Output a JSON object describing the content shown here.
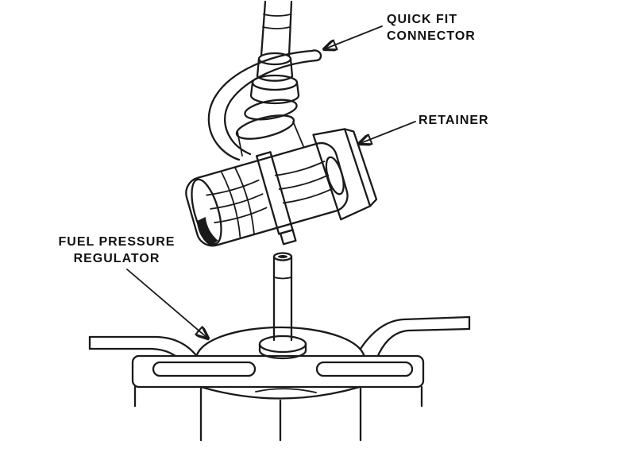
{
  "diagram": {
    "background_color": "#ffffff",
    "line_color": "#1a1a1a",
    "labels": {
      "quick_fit_connector": {
        "line1": "QUICK FIT",
        "line2": "CONNECTOR"
      },
      "retainer": "RETAINER",
      "fuel_pressure_regulator": {
        "line1": "FUEL PRESSURE",
        "line2": "REGULATOR"
      }
    }
  }
}
